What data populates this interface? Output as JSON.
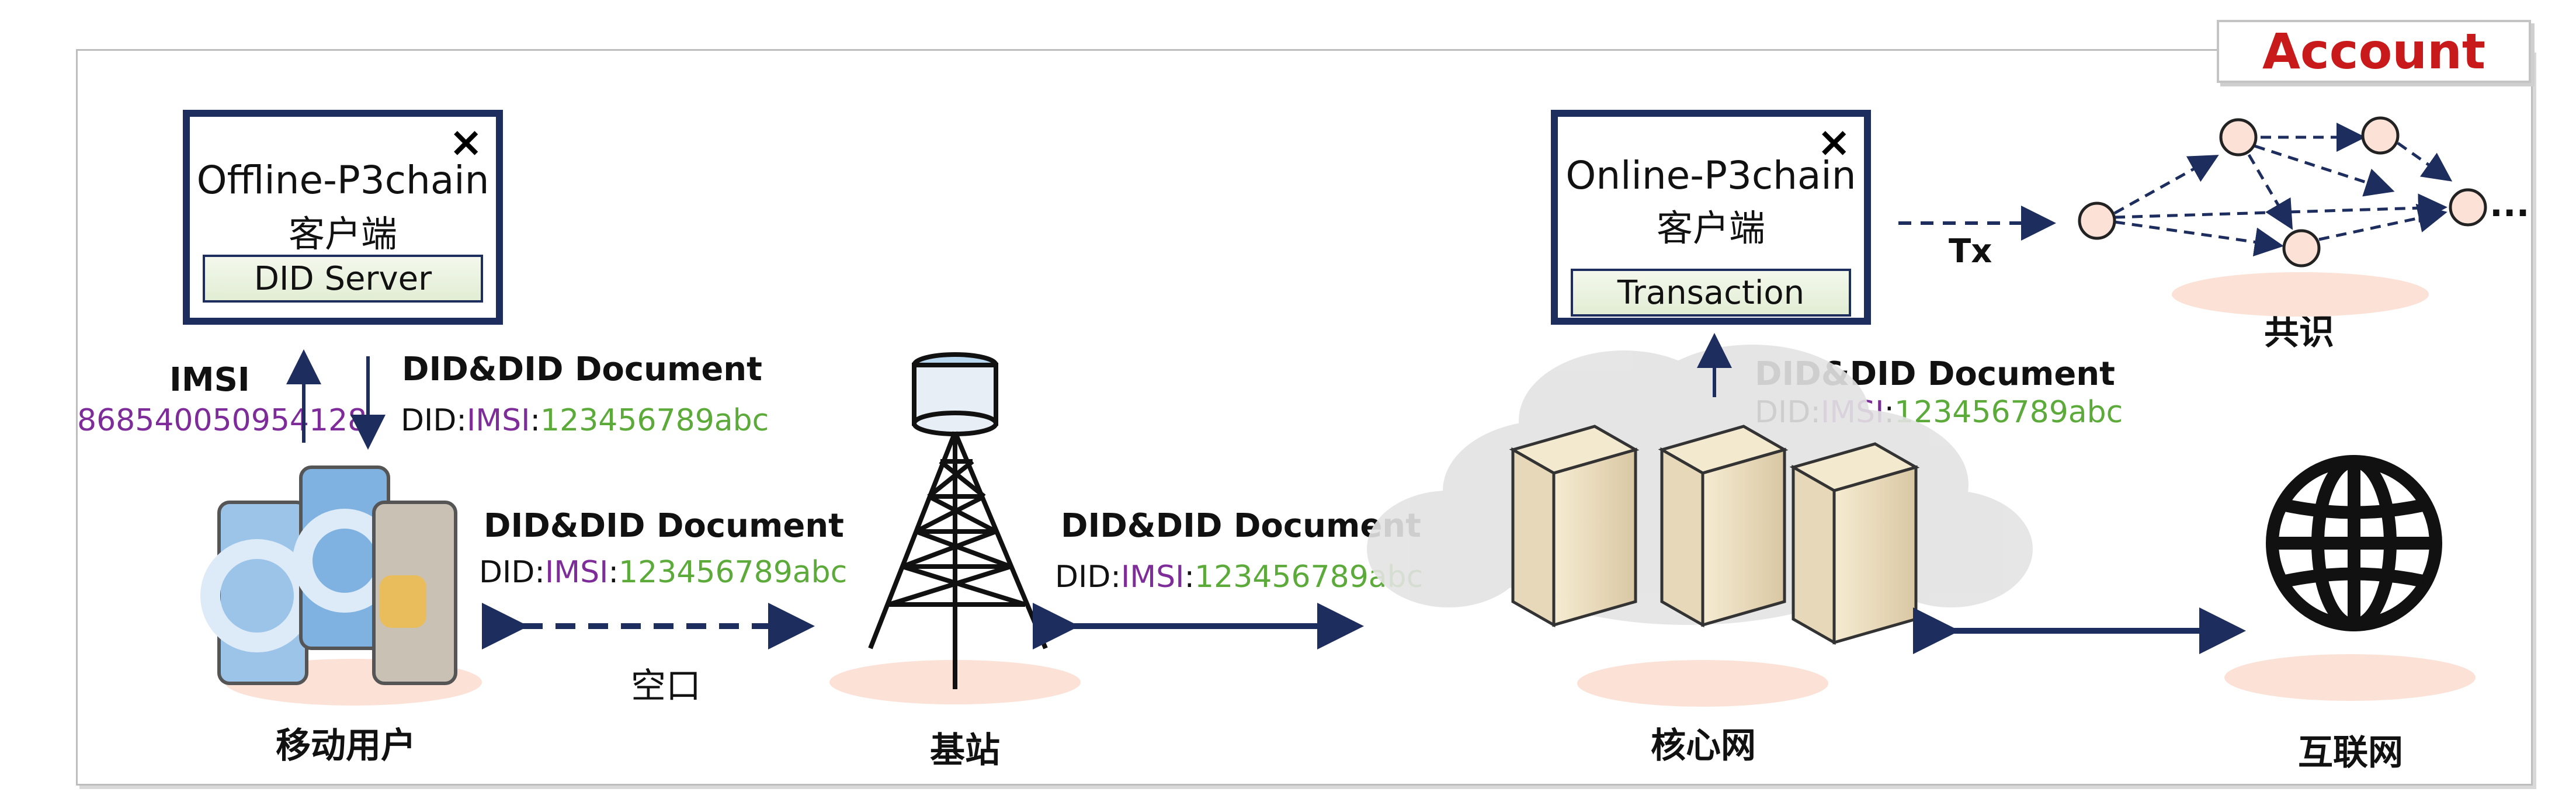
{
  "account_tab": {
    "label": "Account"
  },
  "offline_client": {
    "title": "Offline-P3chain",
    "subtitle": "客户端",
    "button": "DID Server",
    "close_icon": "×"
  },
  "online_client": {
    "title": "Online-P3chain",
    "subtitle": "客户端",
    "button": "Transaction",
    "close_icon": "×"
  },
  "imsi": {
    "label": "IMSI",
    "value": "868540050954128"
  },
  "did_prefix": "DID",
  "did_imsi": "IMSI",
  "did_value": "123456789abc",
  "did_doc_label": "DID&DID Document",
  "tx_label": "Tx",
  "consensus_label": "共识",
  "air_interface_label": "空口",
  "nodes": {
    "mobile_user": "移动用户",
    "base_station": "基站",
    "core_network": "核心网",
    "internet": "互联网"
  },
  "colors": {
    "arrow": "#1d2d5e",
    "purple": "#7e2c9a",
    "green": "#5cab3a",
    "account_red": "#c81a1a",
    "consensus_node": "#fbe1d6"
  },
  "icons": [
    "phone-icon",
    "tower-icon",
    "server-icon",
    "globe-icon",
    "cloud-icon",
    "close-icon"
  ]
}
